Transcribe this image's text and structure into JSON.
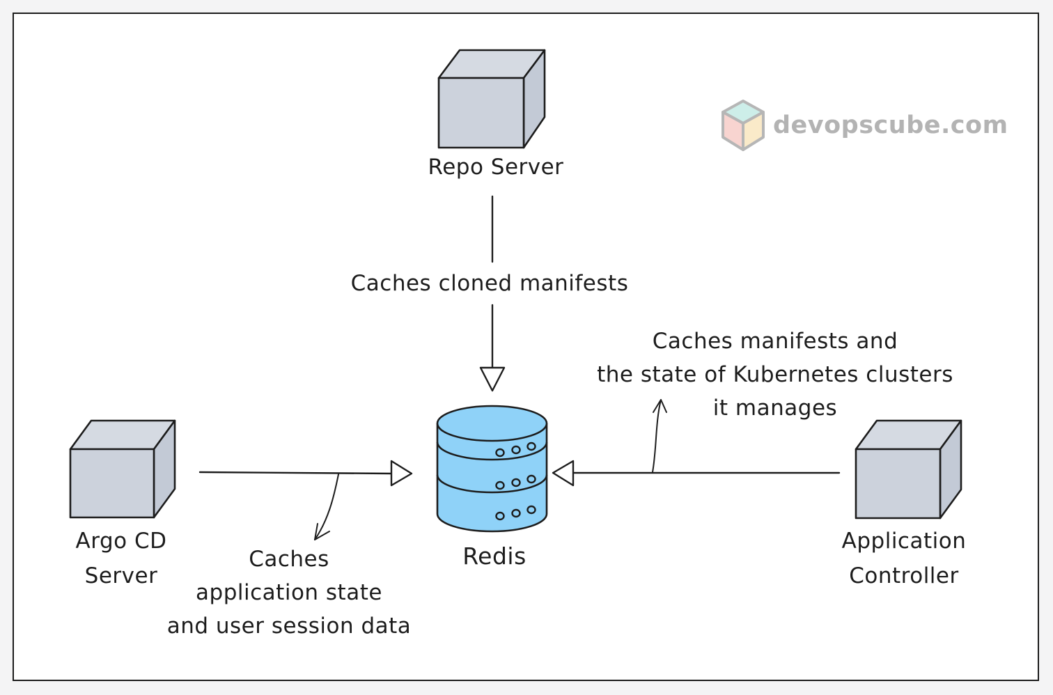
{
  "page": {
    "bg": "#f4f4f5"
  },
  "panel": {
    "bg": "#ffffff",
    "border_color": "#1c1c1c"
  },
  "logo": {
    "text": "devopscube.com",
    "text_color": "#b3b3b3",
    "cube": {
      "top": "#cdeee9",
      "left": "#f8d4d0",
      "right": "#faeac9",
      "stroke": "#b6b6b6"
    }
  },
  "cube_style": {
    "front": "#ccd2dc",
    "top": "#d5dae2",
    "right": "#c3cad6",
    "stroke": "#1c1c1c"
  },
  "nodes": {
    "repo_server": {
      "label": "Repo Server"
    },
    "argo_cd_server": {
      "label_line1": "Argo CD",
      "label_line2": "Server"
    },
    "redis": {
      "label": "Redis",
      "fill": "#8fd2f8"
    },
    "application_controller": {
      "label_line1": "Application",
      "label_line2": "Controller"
    }
  },
  "edges": {
    "repo_to_redis": {
      "label": "Caches cloned manifests"
    },
    "argo_to_redis": {
      "lines": [
        "Caches",
        "application state",
        "and user session data"
      ]
    },
    "controller_to_redis": {
      "lines": [
        "Caches manifests and",
        "the state of Kubernetes clusters",
        "it manages"
      ]
    }
  }
}
